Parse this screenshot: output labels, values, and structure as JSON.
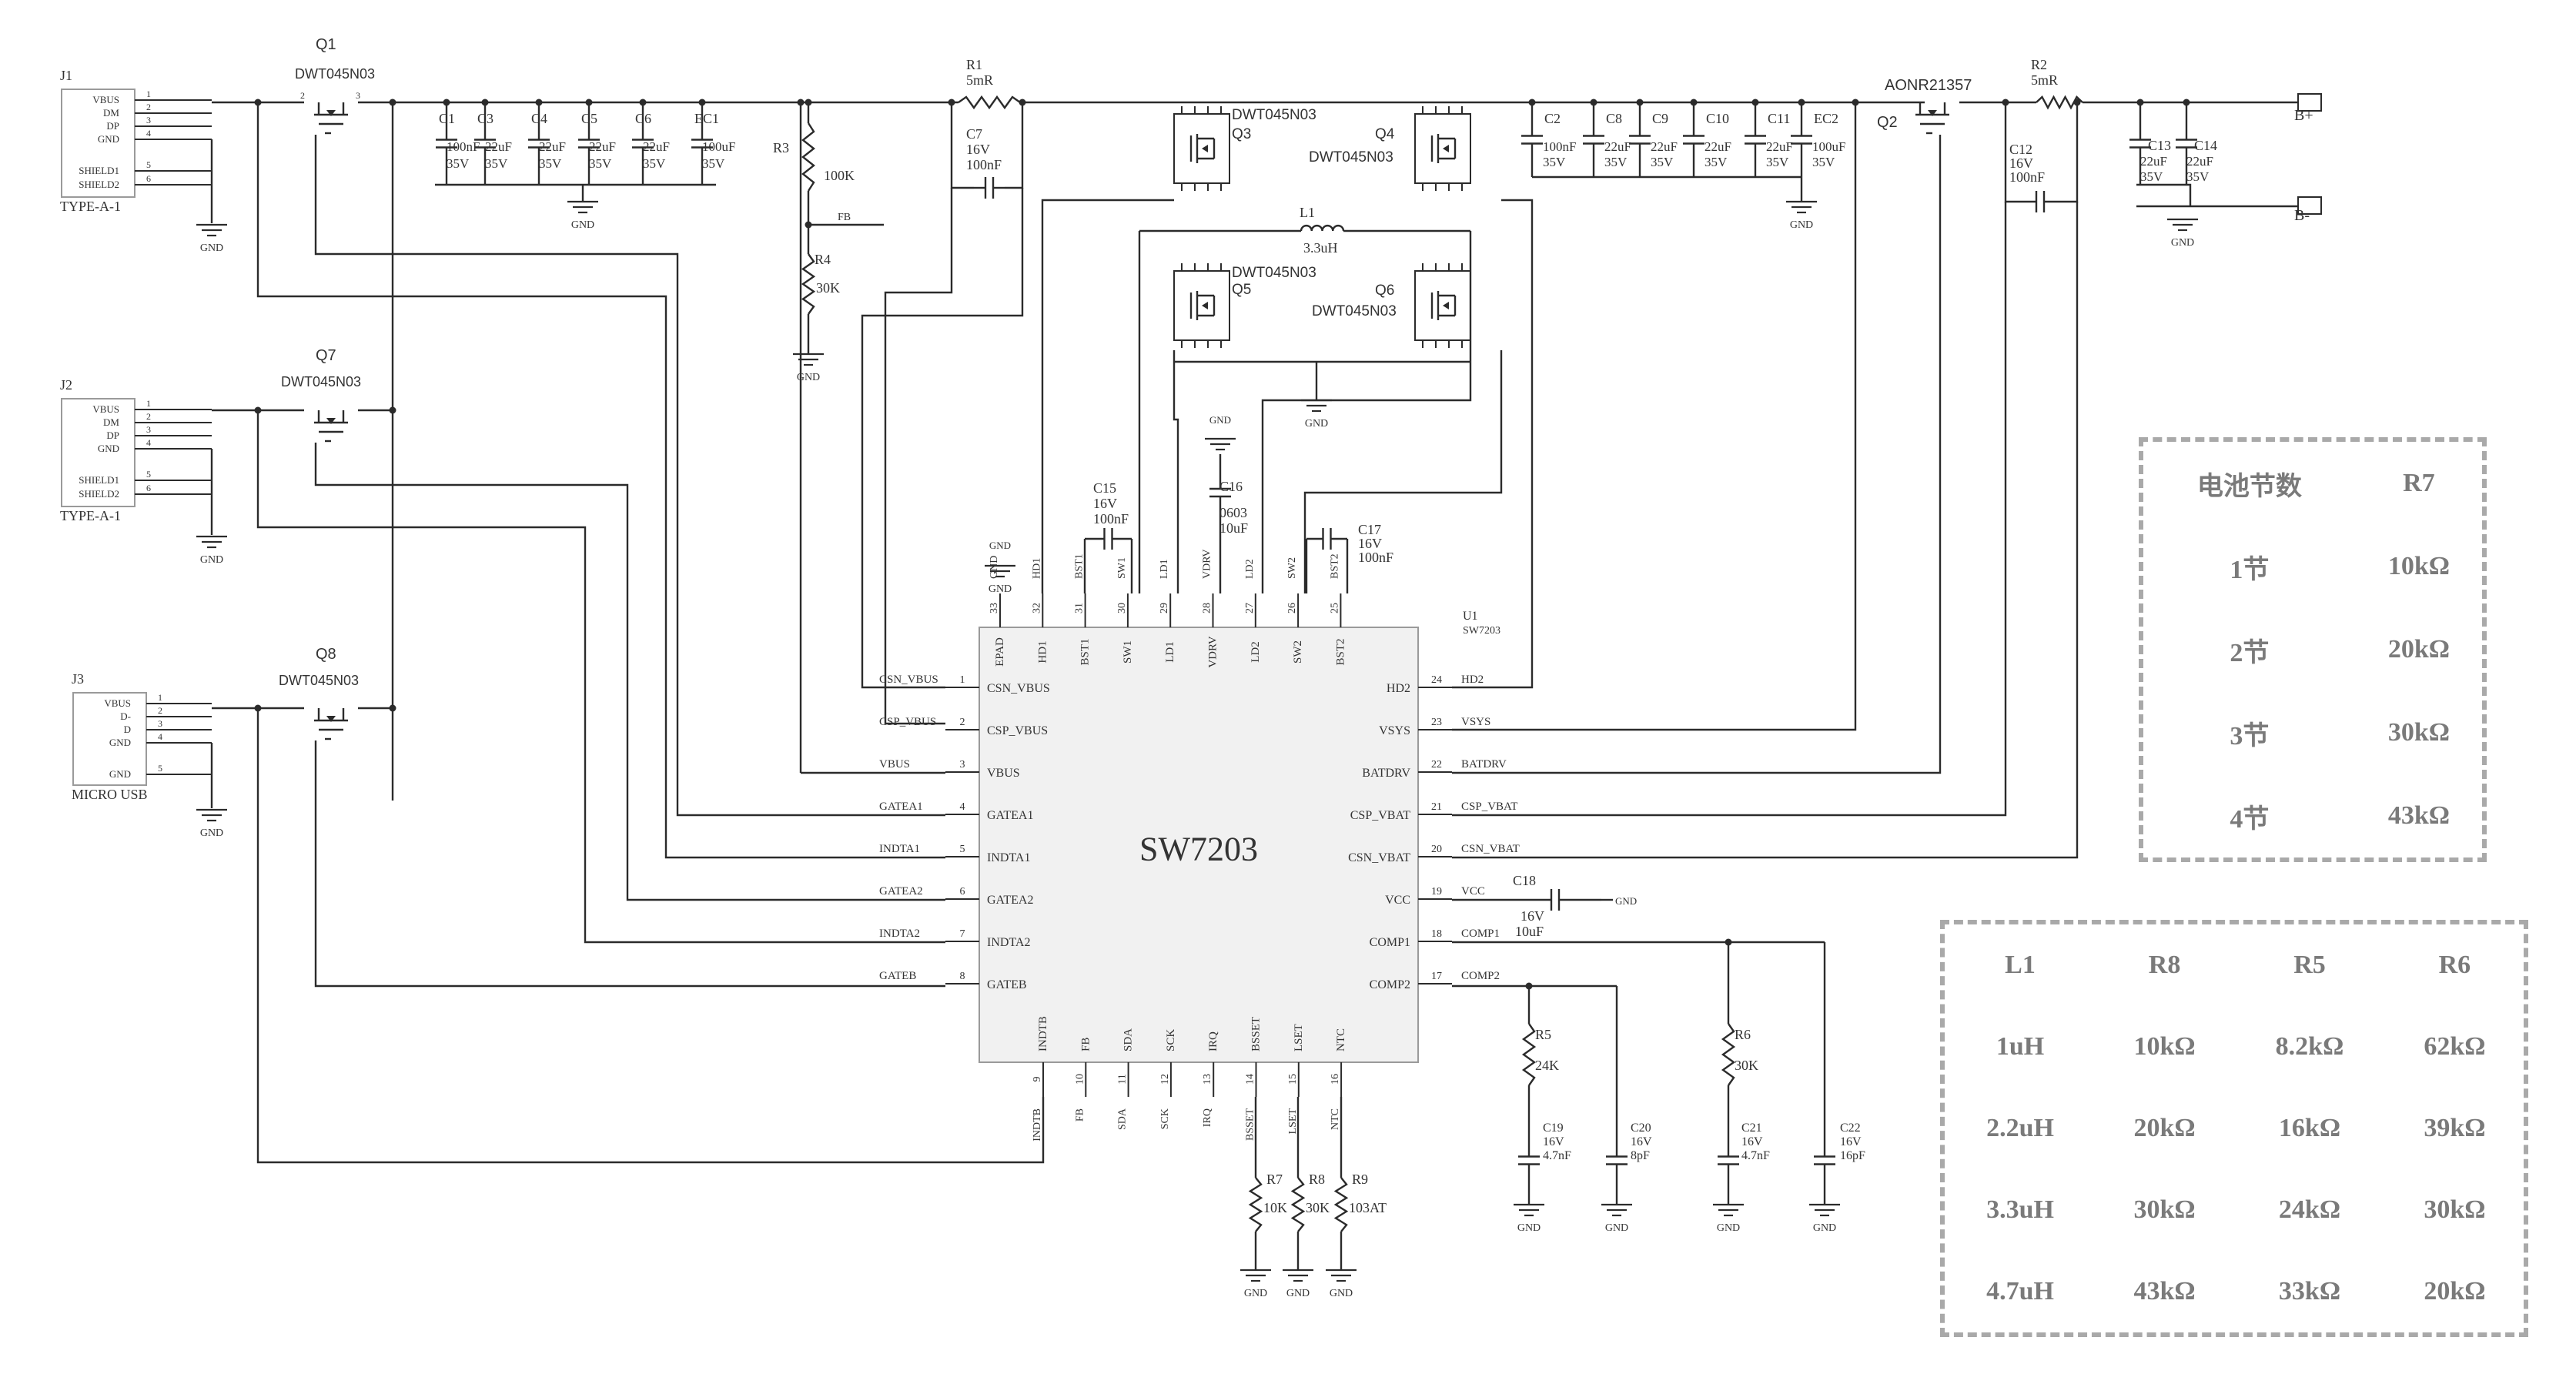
{
  "chip": {
    "name": "SW7203",
    "ref": "U1",
    "part": "SW7203",
    "pins_left": [
      {
        "num": "1",
        "name": "CSN_VBUS",
        "net": "CSN_VBUS"
      },
      {
        "num": "2",
        "name": "CSP_VBUS",
        "net": "CSP_VBUS"
      },
      {
        "num": "3",
        "name": "VBUS",
        "net": "VBUS"
      },
      {
        "num": "4",
        "name": "GATEA1",
        "net": "GATEA1"
      },
      {
        "num": "5",
        "name": "INDTA1",
        "net": "INDTA1"
      },
      {
        "num": "6",
        "name": "GATEA2",
        "net": "GATEA2"
      },
      {
        "num": "7",
        "name": "INDTA2",
        "net": "INDTA2"
      },
      {
        "num": "8",
        "name": "GATEB",
        "net": "GATEB"
      }
    ],
    "pins_right": [
      {
        "num": "24",
        "name": "HD2",
        "net": "HD2"
      },
      {
        "num": "23",
        "name": "VSYS",
        "net": "VSYS"
      },
      {
        "num": "22",
        "name": "BATDRV",
        "net": "BATDRV"
      },
      {
        "num": "21",
        "name": "CSP_VBAT",
        "net": "CSP_VBAT"
      },
      {
        "num": "20",
        "name": "CSN_VBAT",
        "net": "CSN_VBAT"
      },
      {
        "num": "19",
        "name": "VCC",
        "net": "VCC"
      },
      {
        "num": "18",
        "name": "COMP1",
        "net": "COMP1"
      },
      {
        "num": "17",
        "name": "COMP2",
        "net": "COMP2"
      }
    ],
    "pins_top": [
      {
        "num": "33",
        "name": "EPAD",
        "net": "GND"
      },
      {
        "num": "32",
        "name": "HD1",
        "net": "HD1"
      },
      {
        "num": "31",
        "name": "BST1",
        "net": "BST1"
      },
      {
        "num": "30",
        "name": "SW1",
        "net": "SW1"
      },
      {
        "num": "29",
        "name": "LD1",
        "net": "LD1"
      },
      {
        "num": "28",
        "name": "VDRV",
        "net": "VDRV"
      },
      {
        "num": "27",
        "name": "LD2",
        "net": "LD2"
      },
      {
        "num": "26",
        "name": "SW2",
        "net": "SW2"
      },
      {
        "num": "25",
        "name": "BST2",
        "net": "BST2"
      }
    ],
    "pins_bottom": [
      {
        "num": "9",
        "name": "INDTB",
        "net": "INDTB"
      },
      {
        "num": "10",
        "name": "FB",
        "net": "FB"
      },
      {
        "num": "11",
        "name": "SDA",
        "net": "SDA"
      },
      {
        "num": "12",
        "name": "SCK",
        "net": "SCK"
      },
      {
        "num": "13",
        "name": "IRQ",
        "net": "IRQ"
      },
      {
        "num": "14",
        "name": "BSSET",
        "net": "BSSET"
      },
      {
        "num": "15",
        "name": "LSET",
        "net": "LSET"
      },
      {
        "num": "16",
        "name": "NTC",
        "net": "NTC"
      }
    ]
  },
  "connectors": [
    {
      "ref": "J1",
      "type": "TYPE-A-1",
      "pins": [
        "VBUS",
        "DM",
        "DP",
        "GND",
        "SHIELD1",
        "SHIELD2"
      ],
      "nums": [
        "1",
        "2",
        "3",
        "4",
        "5",
        "6"
      ]
    },
    {
      "ref": "J2",
      "type": "TYPE-A-1",
      "pins": [
        "VBUS",
        "DM",
        "DP",
        "GND",
        "SHIELD1",
        "SHIELD2"
      ],
      "nums": [
        "1",
        "2",
        "3",
        "4",
        "5",
        "6"
      ]
    },
    {
      "ref": "J3",
      "type": "MICRO USB",
      "pins": [
        "VBUS",
        "D-",
        "D",
        "GND",
        "GND"
      ],
      "nums": [
        "1",
        "2",
        "3",
        "4",
        "5"
      ]
    }
  ],
  "mosfets": [
    {
      "ref": "Q1",
      "part": "DWT045N03"
    },
    {
      "ref": "Q7",
      "part": "DWT045N03"
    },
    {
      "ref": "Q8",
      "part": "DWT045N03"
    },
    {
      "ref": "Q3",
      "part": "DWT045N03"
    },
    {
      "ref": "Q4",
      "part": "DWT045N03"
    },
    {
      "ref": "Q5",
      "part": "DWT045N03"
    },
    {
      "ref": "Q6",
      "part": "DWT045N03"
    },
    {
      "ref": "Q2",
      "part": "AONR21357"
    }
  ],
  "caps_in": [
    {
      "ref": "C1",
      "v1": "100nF",
      "v2": "35V"
    },
    {
      "ref": "C3",
      "v1": "22uF",
      "v2": "35V"
    },
    {
      "ref": "C4",
      "v1": "22uF",
      "v2": "35V"
    },
    {
      "ref": "C5",
      "v1": "22uF",
      "v2": "35V"
    },
    {
      "ref": "C6",
      "v1": "22uF",
      "v2": "35V"
    },
    {
      "ref": "EC1",
      "v1": "100uF",
      "v2": "35V"
    }
  ],
  "caps_out": [
    {
      "ref": "C2",
      "v1": "100nF",
      "v2": "35V"
    },
    {
      "ref": "C8",
      "v1": "22uF",
      "v2": "35V"
    },
    {
      "ref": "C9",
      "v1": "22uF",
      "v2": "35V"
    },
    {
      "ref": "C10",
      "v1": "22uF",
      "v2": "35V"
    },
    {
      "ref": "C11",
      "v1": "22uF",
      "v2": "35V"
    },
    {
      "ref": "EC2",
      "v1": "100uF",
      "v2": "35V"
    }
  ],
  "caps_bat": [
    {
      "ref": "C13",
      "v1": "22uF",
      "v2": "35V"
    },
    {
      "ref": "C14",
      "v1": "22uF",
      "v2": "35V"
    }
  ],
  "parts": {
    "R1": {
      "ref": "R1",
      "val": "5mR"
    },
    "R2": {
      "ref": "R2",
      "val": "5mR"
    },
    "R3": {
      "ref": "R3",
      "val": "100K"
    },
    "R4": {
      "ref": "R4",
      "val": "30K"
    },
    "R5": {
      "ref": "R5",
      "val": "24K"
    },
    "R6": {
      "ref": "R6",
      "val": "30K"
    },
    "R7": {
      "ref": "R7",
      "val": "10K"
    },
    "R8": {
      "ref": "R8",
      "val": "30K"
    },
    "R9": {
      "ref": "R9",
      "val": "103AT"
    },
    "L1": {
      "ref": "L1",
      "val": "3.3uH"
    },
    "C7": {
      "ref": "C7",
      "v1": "16V",
      "v2": "100nF"
    },
    "C12": {
      "ref": "C12",
      "v1": "16V",
      "v2": "100nF"
    },
    "C15": {
      "ref": "C15",
      "v1": "16V",
      "v2": "100nF"
    },
    "C16": {
      "ref": "C16",
      "v1": "0603",
      "v2": "10uF"
    },
    "C17": {
      "ref": "C17",
      "v1": "16V",
      "v2": "100nF"
    },
    "C18": {
      "ref": "C18",
      "v1": "16V",
      "v2": "10uF"
    },
    "C19": {
      "ref": "C19",
      "v1": "16V",
      "v2": "4.7nF"
    },
    "C20": {
      "ref": "C20",
      "v1": "16V",
      "v2": "8pF"
    },
    "C21": {
      "ref": "C21",
      "v1": "16V",
      "v2": "4.7nF"
    },
    "C22": {
      "ref": "C22",
      "v1": "16V",
      "v2": "16pF"
    }
  },
  "labels": {
    "gnd": "GND",
    "fb": "FB",
    "bplus": "B+",
    "bminus": "B-"
  },
  "table1": {
    "headers": [
      "电池节数",
      "R7"
    ],
    "rows": [
      [
        "1节",
        "10kΩ"
      ],
      [
        "2节",
        "20kΩ"
      ],
      [
        "3节",
        "30kΩ"
      ],
      [
        "4节",
        "43kΩ"
      ]
    ]
  },
  "table2": {
    "headers": [
      "L1",
      "R8",
      "R5",
      "R6"
    ],
    "rows": [
      [
        "1uH",
        "10kΩ",
        "8.2kΩ",
        "62kΩ"
      ],
      [
        "2.2uH",
        "20kΩ",
        "16kΩ",
        "39kΩ"
      ],
      [
        "3.3uH",
        "30kΩ",
        "24kΩ",
        "30kΩ"
      ],
      [
        "4.7uH",
        "43kΩ",
        "33kΩ",
        "20kΩ"
      ]
    ]
  }
}
